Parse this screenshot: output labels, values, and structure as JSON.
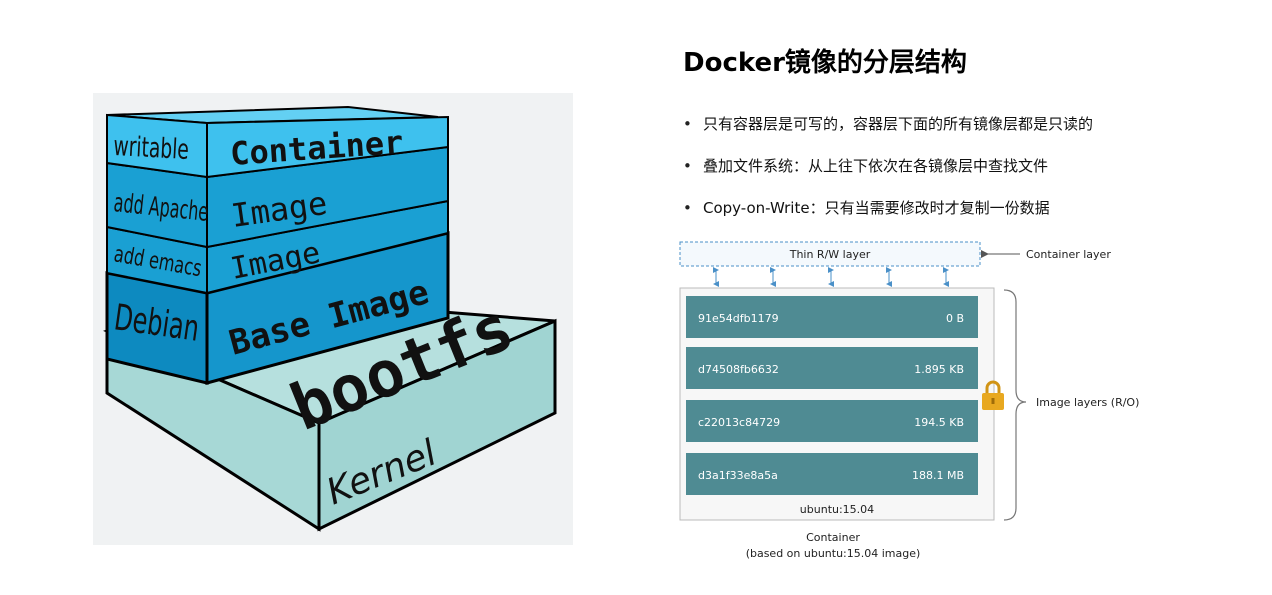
{
  "title": "Docker镜像的分层结构",
  "bullets": [
    "只有容器层是可写的，容器层下面的所有镜像层都是只读的",
    "叠加文件系统：从上往下依次在各镜像层中查找文件",
    "Copy-on-Write：只有当需要修改时才复制一份数据"
  ],
  "left_figure": {
    "side_labels": [
      "writable",
      "add Apache",
      "add emacs",
      "Debian"
    ],
    "front_labels": [
      "Container",
      "Image",
      "Image",
      "Base Image"
    ],
    "bootfs": "bootfs",
    "kernel": "Kernel",
    "colors": {
      "container": "#3ec1ee",
      "image": "#1aa0d3",
      "base": "#0d8ac0",
      "kernel": "#a7d8d6"
    }
  },
  "right_diagram": {
    "thin_layer": "Thin R/W layer",
    "container_layer_label": "Container layer",
    "image_layers_label": "Image layers (R/O)",
    "layers": [
      {
        "id": "91e54dfb1179",
        "size": "0 B"
      },
      {
        "id": "d74508fb6632",
        "size": "1.895 KB"
      },
      {
        "id": "c22013c84729",
        "size": "194.5 KB"
      },
      {
        "id": "d3a1f33e8a5a",
        "size": "188.1 MB"
      }
    ],
    "base_image": "ubuntu:15.04",
    "caption_line1": "Container",
    "caption_line2": "(based on ubuntu:15.04 image)",
    "colors": {
      "layer": "#4f8b93",
      "dashed": "#4a90c8",
      "lock": "#e8a820"
    }
  }
}
